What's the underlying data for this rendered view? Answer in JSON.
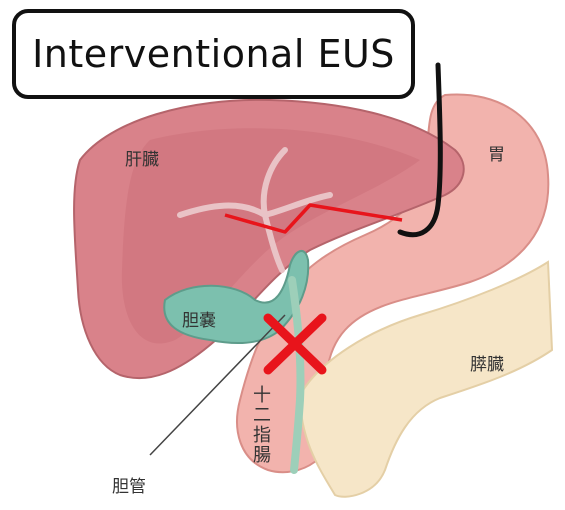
{
  "title": "Interventional EUS",
  "labels": {
    "liver": "肝臓",
    "stomach": "胃",
    "gallbladder": "胆嚢",
    "pancreas": "膵臓",
    "duodenum": "十二指腸",
    "bile_duct": "胆管"
  },
  "colors": {
    "liver": "#d9828a",
    "liver_dark": "#b5646b",
    "stomach": "#f2b3ad",
    "gallbladder": "#7cc0ae",
    "pancreas": "#f6e6c8",
    "stent": "#e8141b",
    "blocked_mark": "#e8141b",
    "scope": "#111111"
  },
  "icons": [
    "x-mark-icon"
  ]
}
